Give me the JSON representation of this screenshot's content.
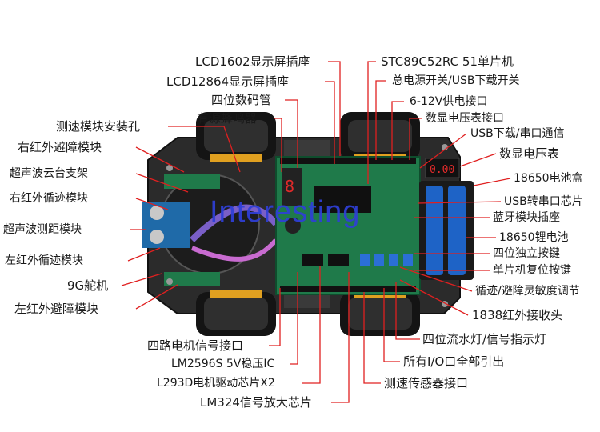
{
  "watermark": "Interesting",
  "colors": {
    "leader_line": "#e02020",
    "board_green": "#1f7a4a",
    "chassis": "#2b2b2b",
    "battery_blue": "#1e63c6",
    "watermark": "#2f3fd8"
  },
  "labels": {
    "lcd1602": "LCD1602显示屏插座",
    "lcd12864": "LCD12864显示屏插座",
    "seg4": "四位数码管",
    "buzzer": "有源蜂鸣器",
    "speed_hole": "测速模块安装孔",
    "ir_right": "右红外避障模块",
    "ultra_mount": "超声波云台支架",
    "track_right": "右红外循迹模块",
    "ultra_range": "超声波测距模块",
    "track_left": "左红外循迹模块",
    "servo": "9G舵机",
    "ir_left": "左红外避障模块",
    "mcu": "STC89C52RC 51单片机",
    "power_switch": "总电源开关/USB下载开关",
    "power_in": "6-12V供电接口",
    "volt_port": "数显电压表接口",
    "usb_dl": "USB下载/串口通信",
    "voltmeter": "数显电压表",
    "bat_box": "18650电池盒",
    "usb_serial": "USB转串口芯片",
    "bt_socket": "蓝牙模块插座",
    "li_bat": "18650锂电池",
    "keys4": "四位独立按键",
    "reset_key": "单片机复位按键",
    "sens_adj": "循迹/避障灵敏度调节",
    "ir_recv": "1838红外接收头",
    "leds4": "四位流水灯/信号指示灯",
    "io_out": "所有I/O口全部引出",
    "speed_sensor": "测速传感器接口",
    "motor_sig": "四路电机信号接口",
    "lm2596": "LM2596S 5V稳压IC",
    "l293d": "L293D电机驱动芯片X2",
    "lm324": "LM324信号放大芯片"
  },
  "voltmeter_reading": "0.00"
}
